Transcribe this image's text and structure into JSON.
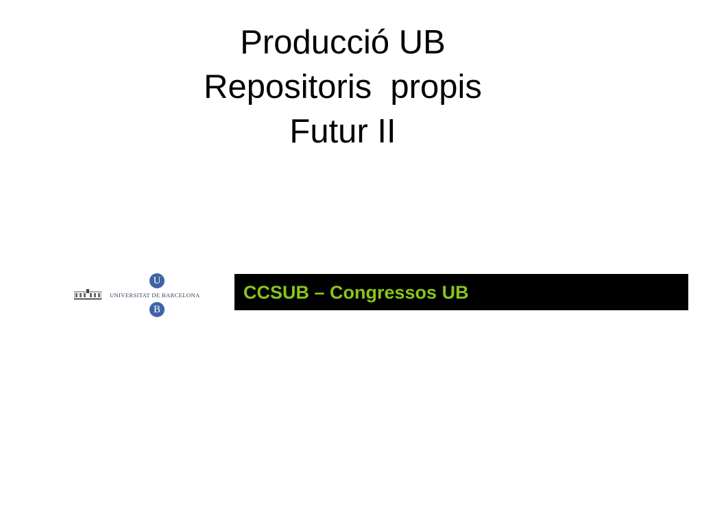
{
  "slide": {
    "title_lines": [
      "Producció UB",
      "Repositoris  propis",
      "Futur II"
    ],
    "banner_text": "CCSUB – Congressos UB"
  },
  "logo": {
    "text": "UNIVERSITAT DE BARCELONA",
    "seal_top": "U",
    "seal_bottom": "B"
  },
  "colors": {
    "banner_background": "#000000",
    "banner_text": "#8ac41a",
    "logo_blue": "#3f64a6"
  }
}
